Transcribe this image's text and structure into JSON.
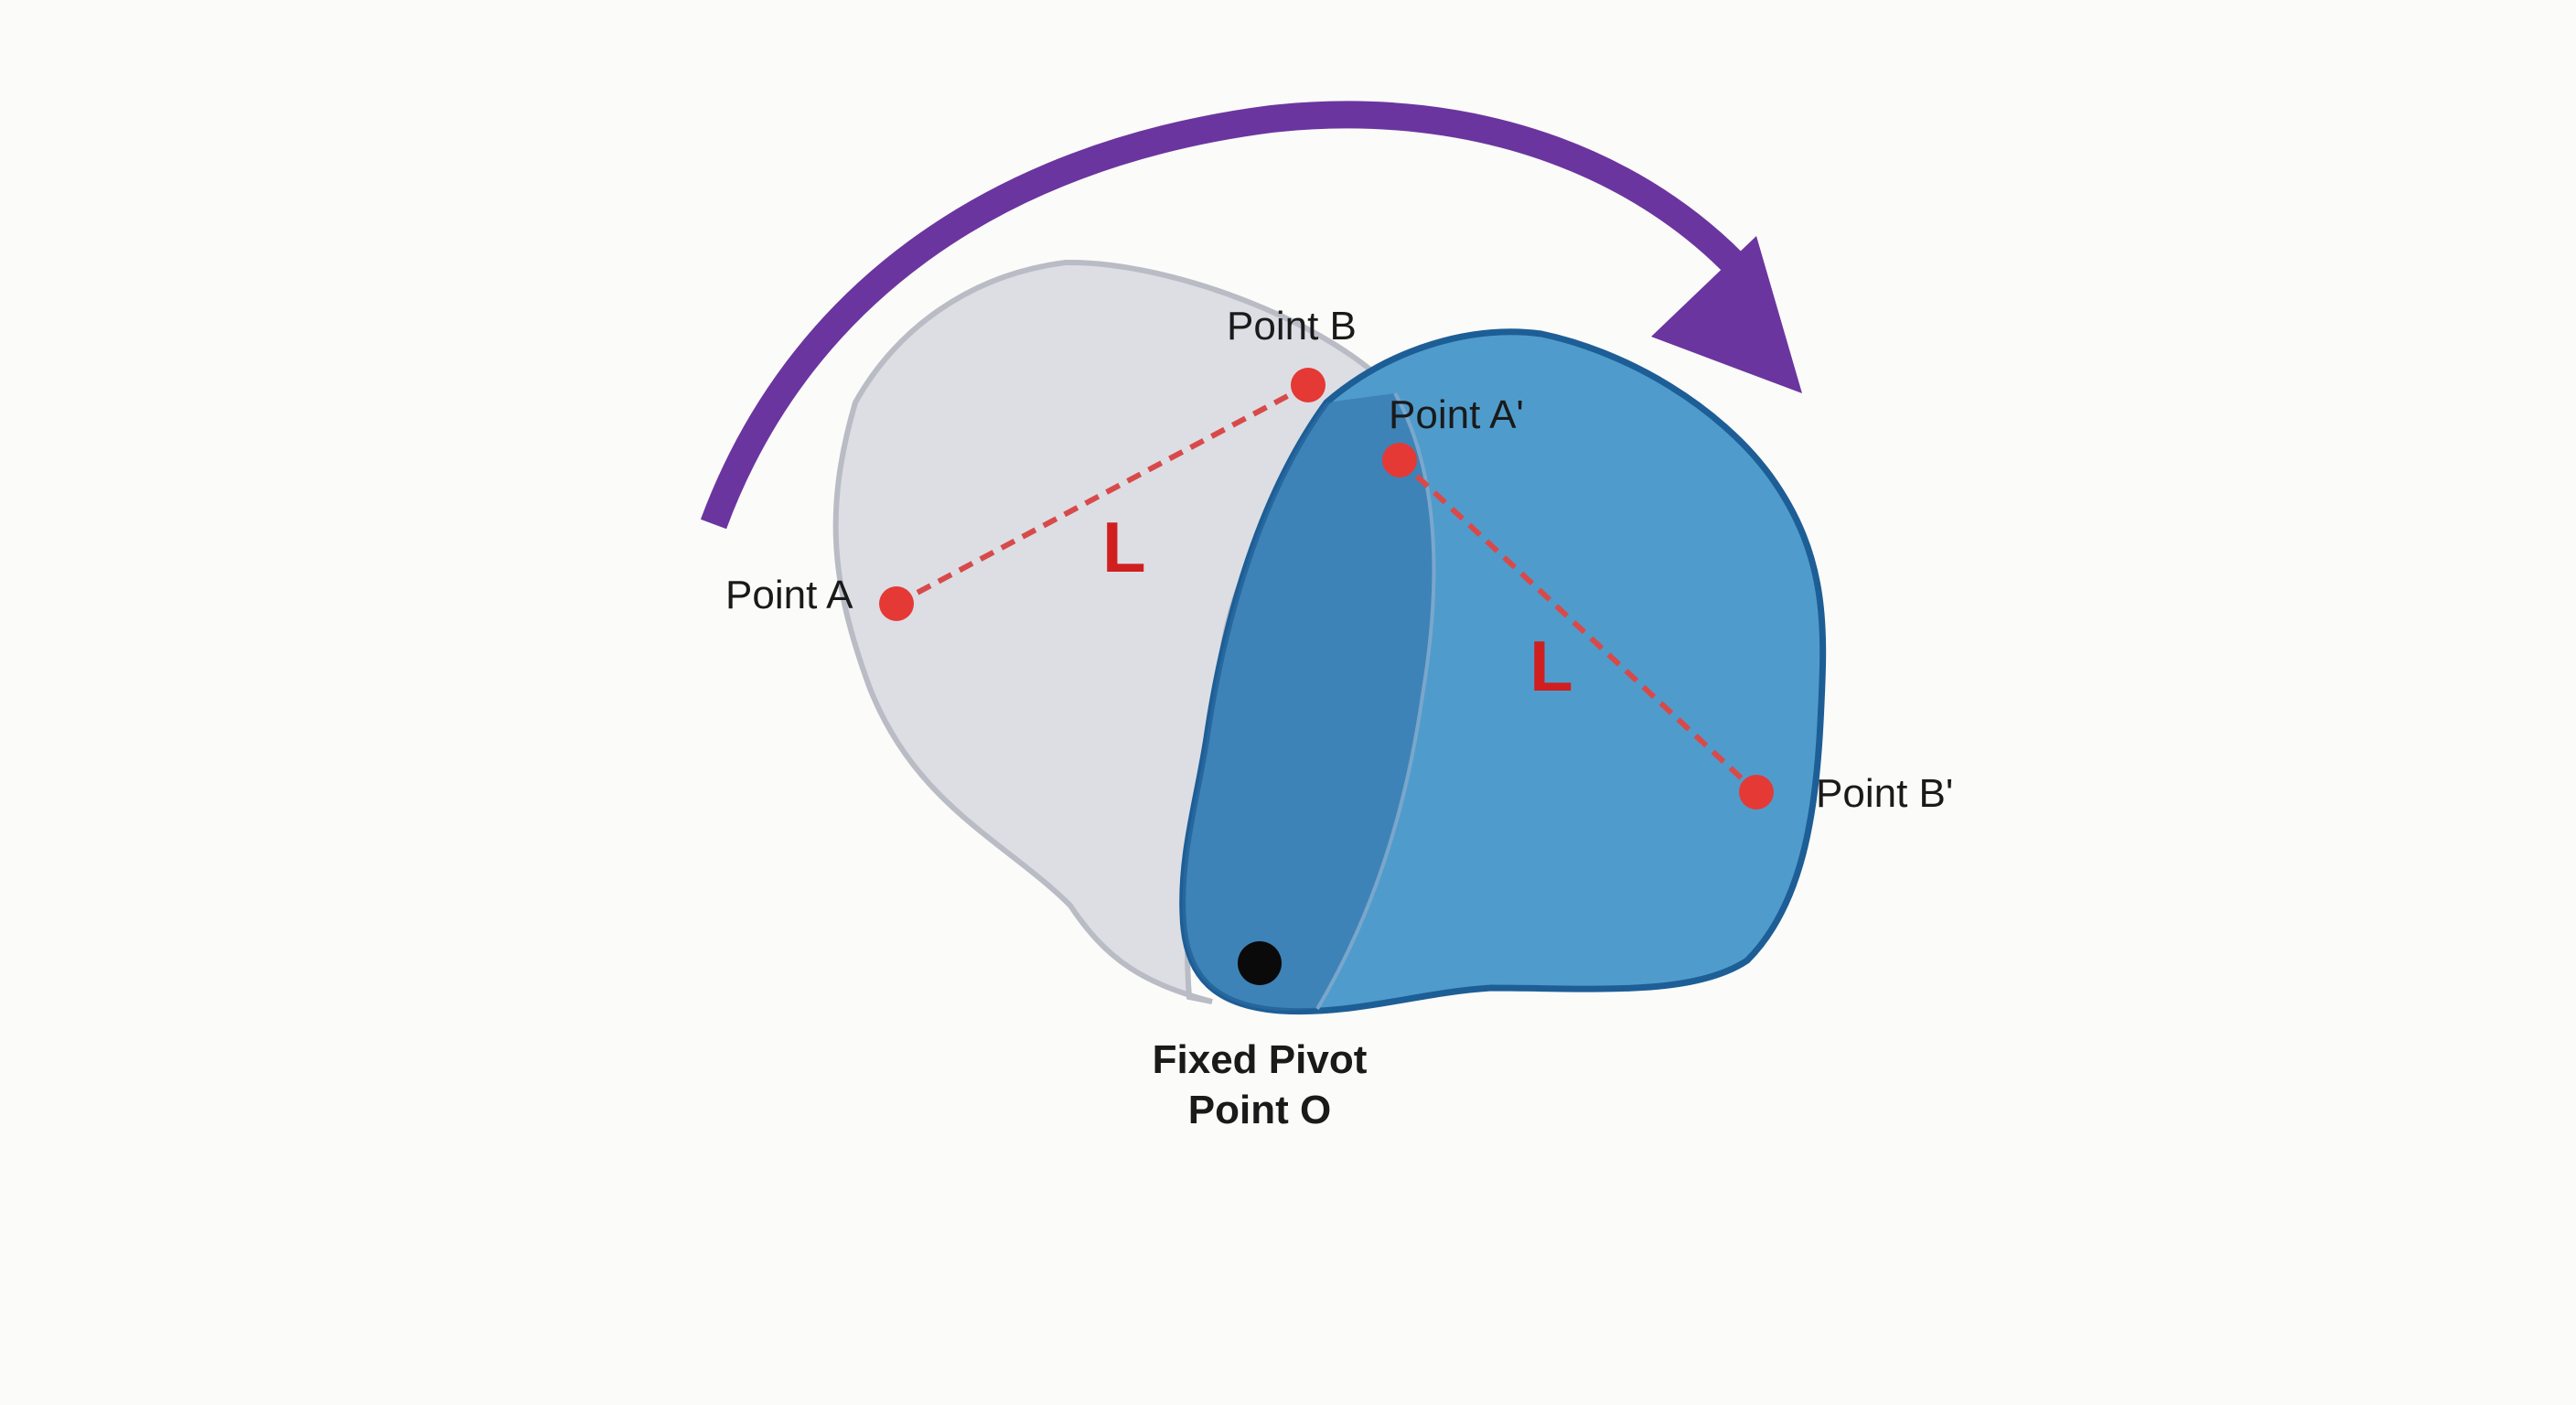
{
  "labels": {
    "point_a": "Point A",
    "point_b": "Point B",
    "point_a_prime": "Point A'",
    "point_b_prime": "Point B'",
    "length_original": "L",
    "length_rotated": "L",
    "pivot_line1": "Fixed Pivot",
    "pivot_line2": "Point O"
  },
  "colors": {
    "background": "#fbfbf9",
    "original_shape_fill": "#d9dbe2",
    "original_shape_stroke": "#b9bcc4",
    "rotated_shape_fill": "#4f9ccc",
    "rotated_shape_stroke": "#1d5e96",
    "rotation_arrow": "#6b35a0",
    "points": "#e53935",
    "segment": "#d84a4a",
    "length_label": "#d01f1f",
    "pivot": "#0a0a0a"
  },
  "icons": {
    "rotation_arrow": "clockwise-arc-arrow-icon"
  }
}
